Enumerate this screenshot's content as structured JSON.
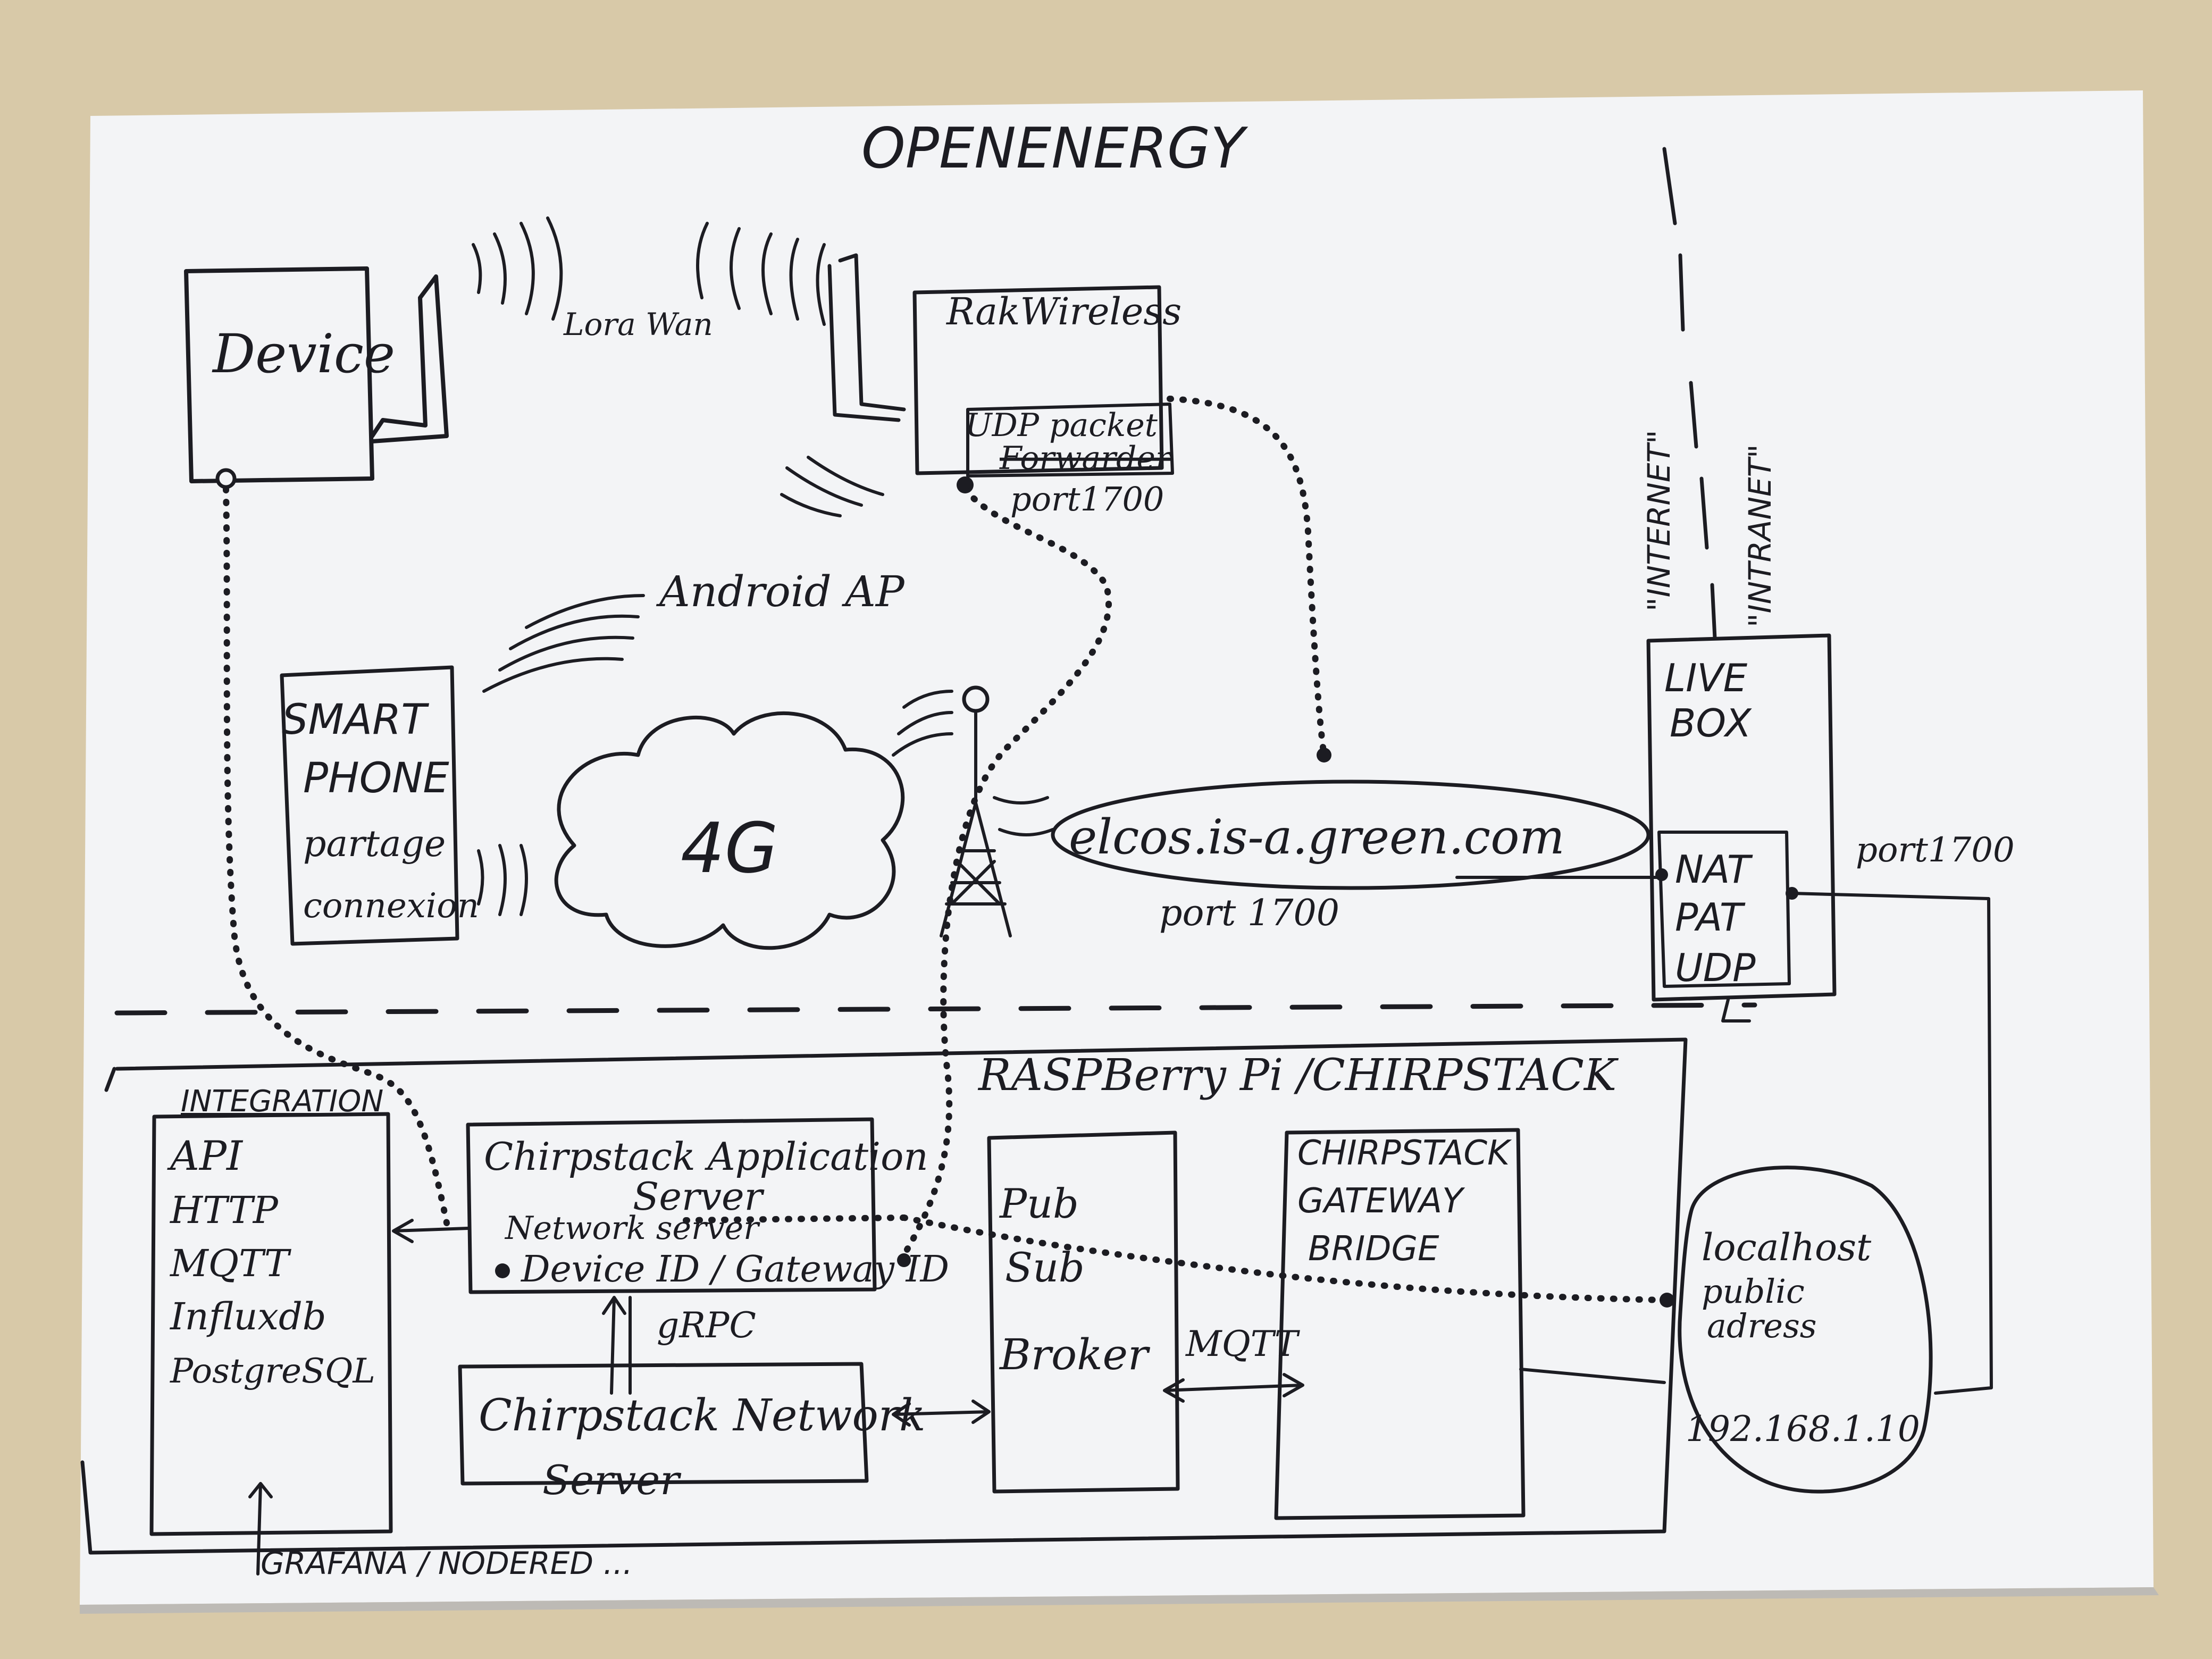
{
  "diagram": {
    "title": "OPENENERGY",
    "labels": {
      "device": "Device",
      "lorawan": "Lora Wan",
      "rak": "RakWireless",
      "udp_packet": "UDP packet",
      "forwarder": "Forwarder",
      "port_rak": "port1700",
      "android_ap": "Android AP",
      "smartphone_1": "SMART",
      "smartphone_2": "PHONE",
      "smartphone_3": "partage",
      "smartphone_4": "connexion",
      "cloud_4g": "4G",
      "dns": "elcos.is-a.green.com",
      "port_dns": "port 1700",
      "internet": "\"INTERNET\"",
      "intranet": "\"INTRANET\"",
      "livebox_1": "LIVE",
      "livebox_2": "BOX",
      "nat": "NAT",
      "pat": "PAT",
      "udp": "UDP",
      "port_livebox": "port1700",
      "raspberry": "RASPBerry Pi /CHIRPSTACK",
      "integration": "INTEGRATION",
      "api": "API",
      "http": "HTTP",
      "mqtt_int": "MQTT",
      "influxdb": "Influxdb",
      "postgresql": "PostgreSQL",
      "app_server_1": "Chirpstack Application",
      "app_server_2": "Server",
      "network_server_ref": "Network server",
      "device_id": "Device ID / Gateway ID",
      "grpc": "gRPC",
      "ns_1": "Chirpstack Network",
      "ns_2": "Server",
      "pub": "Pub",
      "sub": "Sub",
      "broker": "Broker",
      "mqtt_link": "MQTT",
      "gw_bridge_1": "CHIRPSTACK",
      "gw_bridge_2": "GATEWAY",
      "gw_bridge_3": "BRIDGE",
      "localhost_1": "localhost",
      "localhost_2": "public",
      "localhost_3": "adress",
      "ip": "192.168.1.10",
      "grafana": "GRAFANA / NODERED ..."
    }
  }
}
